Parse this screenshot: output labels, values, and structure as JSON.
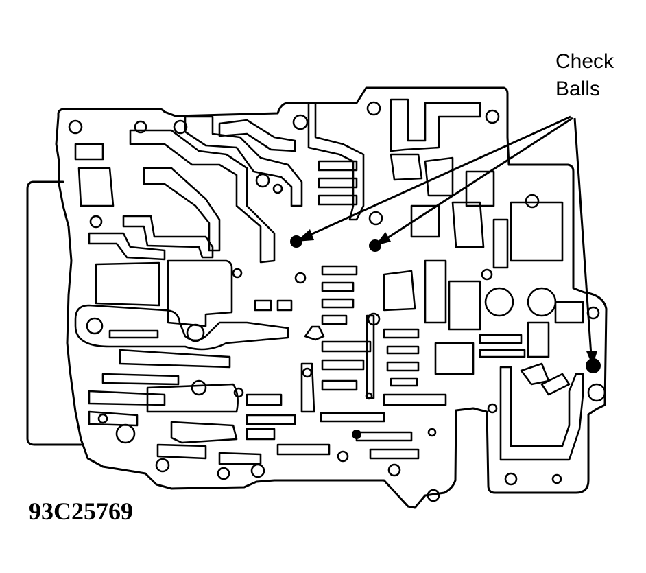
{
  "callout": {
    "line1": "Check",
    "line2": "Balls"
  },
  "figure_code": "93C25769"
}
